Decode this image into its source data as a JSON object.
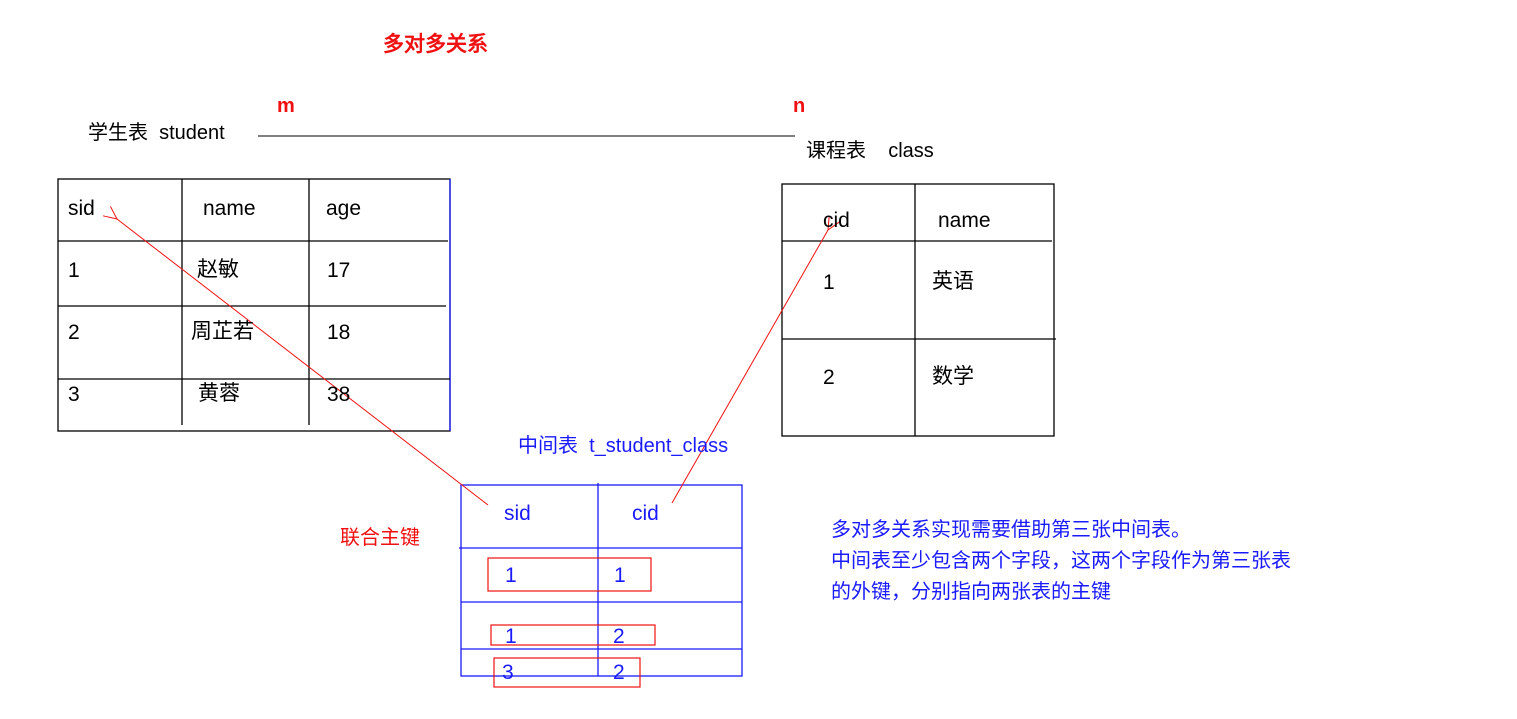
{
  "title": "多对多关系",
  "cardinality": {
    "left": "m",
    "right": "n"
  },
  "student_table": {
    "label": "学生表  student",
    "headers": [
      "sid",
      "name",
      "age"
    ],
    "rows": [
      [
        "1",
        "赵敏",
        "17"
      ],
      [
        "2",
        "周芷若",
        "18"
      ],
      [
        "3",
        "黄蓉",
        "38"
      ]
    ]
  },
  "class_table": {
    "label": "课程表    class",
    "headers": [
      "cid",
      "name"
    ],
    "rows": [
      [
        "1",
        "英语"
      ],
      [
        "2",
        "数学"
      ]
    ]
  },
  "middle_table": {
    "label": "中间表  t_student_class",
    "headers": [
      "sid",
      "cid"
    ],
    "rows": [
      [
        "1",
        "1"
      ],
      [
        "1",
        "2"
      ],
      [
        "3",
        "2"
      ]
    ]
  },
  "composite_key_label": "联合主键",
  "note": [
    "多对多关系实现需要借助第三张中间表。",
    "中间表至少包含两个字段，这两个字段作为第三张表",
    "的外键，分别指向两张表的主键"
  ],
  "colors": {
    "red": "#f01010",
    "blue": "#1a1aff",
    "black": "#000000"
  }
}
